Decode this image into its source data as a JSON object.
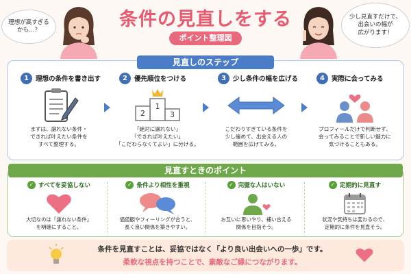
{
  "header": {
    "title": "条件の見直しをする",
    "subtitle": "ポイント整理図",
    "left_bubble": "理想が高すぎる\nかも…？",
    "right_bubble": "少し見直すだけで、\n出会いの幅が\n広がります！"
  },
  "steps": {
    "heading": "見直しのステップ",
    "items": [
      {
        "num": "1",
        "title": "理想の条件を書き出す",
        "icon": "clipboard-pen-icon",
        "text": "まずは、譲れない条件・\nできれば叶えたい条件を\nすべて整理する。"
      },
      {
        "num": "2",
        "title": "優先順位をつける",
        "icon": "podium-crown-icon",
        "text": "「絶対に譲れない」\n「できれば叶えたい」\n「こだわらなくてよい」に分ける。",
        "podium": [
          "2",
          "1",
          "3"
        ]
      },
      {
        "num": "3",
        "title": "少し条件の幅を広げる",
        "icon": "double-arrow-icon",
        "text": "こだわりすぎている条件を\n少し緩めて、出会える人の\n範囲を広げてみる。"
      },
      {
        "num": "4",
        "title": "実際に会ってみる",
        "icon": "two-people-heart-icon",
        "text": "プロフィールだけで判断せず、\n会ってみることで新しい魅力に\n気づけることもある。"
      }
    ]
  },
  "points": {
    "heading": "見直すときのポイント",
    "items": [
      {
        "title": "すべてを妥協しない",
        "icon": "heart-icon",
        "text": "大切なのは「譲れない条件」\nを明確にすること。"
      },
      {
        "title": "条件より相性を重視",
        "icon": "speech-bubbles-icon",
        "text": "価値観やフィーリングが合うと、\n長く良い関係を築きやすい。"
      },
      {
        "title": "完璧な人はいない",
        "icon": "person-heart-icon",
        "text": "お互いに思いやり、補い合える\n関係を目指そう。"
      },
      {
        "title": "定期的に見直す",
        "icon": "calendar-icon",
        "text": "状況や気持ちは変わるので、\n定期的に条件を見直そう。"
      }
    ]
  },
  "footer": {
    "line1": "条件を見直すことは、妥協ではなく「より良い出会いへの一歩」です。",
    "line2": "柔軟な視点を持つことで、素敵なご縁につながります。"
  },
  "colors": {
    "accent_pink": "#e8697c",
    "step_blue": "#4a7cc8",
    "point_green": "#6ea84a",
    "footer_bg": "#fde9dd"
  }
}
